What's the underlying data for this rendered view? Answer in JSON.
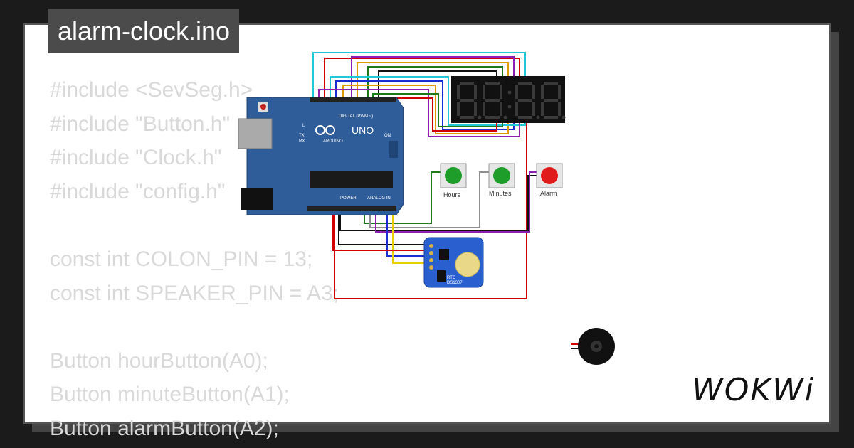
{
  "window": {
    "title": "alarm-clock.ino"
  },
  "code_lines": [
    "#include <SevSeg.h>",
    "#include \"Button.h\"",
    "#include \"Clock.h\"",
    "#include \"config.h\"",
    "",
    "const int COLON_PIN = 13;",
    "const int SPEAKER_PIN = A3;",
    "",
    "Button hourButton(A0);",
    "Button minuteButton(A1);",
    "Button alarmButton(A2);"
  ],
  "arduino": {
    "label_uno": "UNO",
    "label_arduino": "ARDUINO",
    "label_digital": "DIGITAL (PWM ~)",
    "label_power": "POWER",
    "label_analog": "ANALOG IN",
    "label_on": "ON",
    "label_tx": "TX",
    "label_rx": "RX",
    "label_l": "L"
  },
  "display": {
    "digits": "8.8.:8.8."
  },
  "buttons": [
    {
      "label": "Hours",
      "color": "#1f9d2b"
    },
    {
      "label": "Minutes",
      "color": "#1f9d2b"
    },
    {
      "label": "Alarm",
      "color": "#e01b1b"
    }
  ],
  "rtc": {
    "label": "RTC",
    "sublabel": "DS1307"
  },
  "brand": {
    "logo": "WOKWi"
  },
  "colors": {
    "board": "#2f5d9a",
    "display_bg": "#111111",
    "segment_off": "#3a3a3a",
    "wire_red": "#d00000",
    "wire_black": "#111111"
  }
}
